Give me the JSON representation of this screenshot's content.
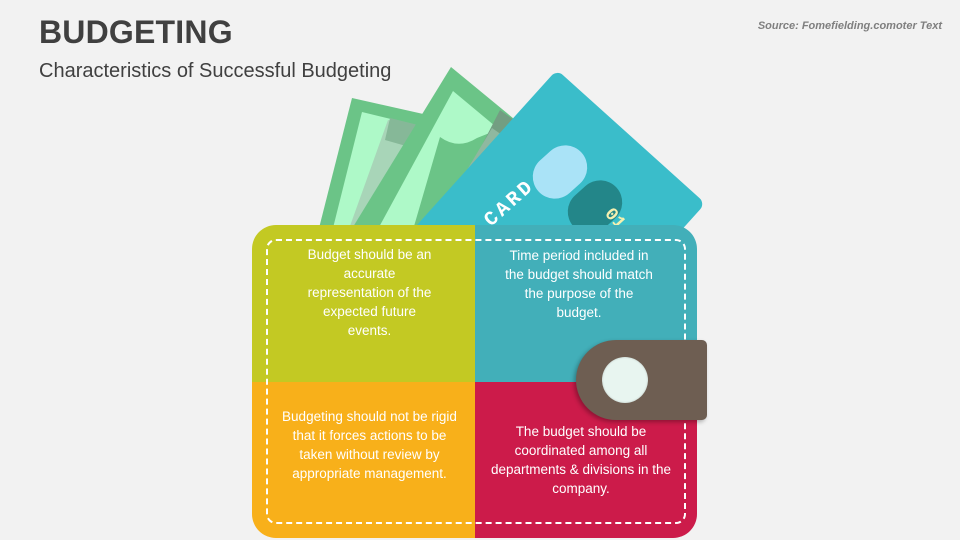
{
  "header": {
    "title": "BUDGETING",
    "subtitle": "Characteristics of Successful Budgeting",
    "source": "Source: Fomefielding.comoter Text"
  },
  "illustration": {
    "card_label": "CARD",
    "colors": {
      "background": "#f2f2f2",
      "bill_dark": "#6bc487",
      "bill_light": "#aef9c8",
      "card": "#3abdca",
      "card_chip_light": "#aae3f7",
      "card_chip_dark": "#238689",
      "clasp": "#6e5e52",
      "clasp_button": "#e8f5f0"
    }
  },
  "quadrants": [
    {
      "position": "top-left",
      "color": "#c3c923",
      "text": "Budget should be an accurate representation of the expected future events."
    },
    {
      "position": "top-right",
      "color": "#42afb9",
      "text": "Time period included in the budget should match the purpose of the budget."
    },
    {
      "position": "bottom-left",
      "color": "#f8b01a",
      "text": "Budgeting should not be rigid that it forces actions to be taken without review by appropriate management."
    },
    {
      "position": "bottom-right",
      "color": "#cc1b4a",
      "text": "The budget should be coordinated among all departments & divisions in the company."
    }
  ]
}
